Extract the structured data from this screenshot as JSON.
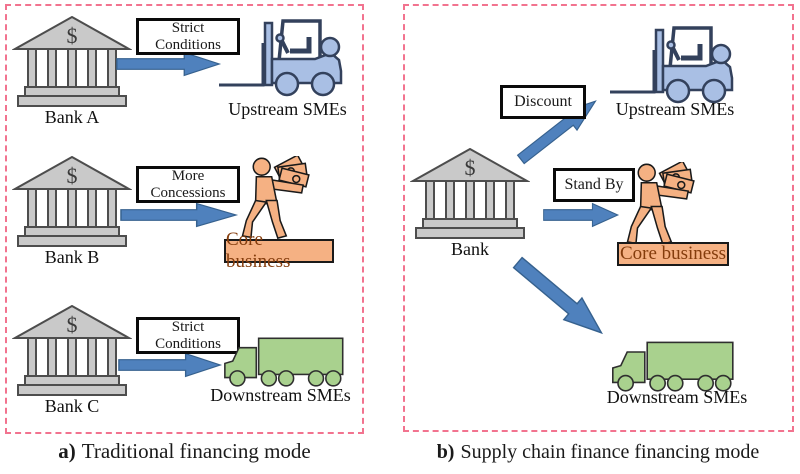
{
  "colors": {
    "panel-border": "#f2738f",
    "arrow-blue": "#4f81bd",
    "arrow-stroke": "#36618e",
    "bank-gray": "#c9c9c9",
    "bank-stroke": "#4d4d4d",
    "forklift-blue": "#a9bfe4",
    "forklift-stroke": "#33415c",
    "person-orange": "#f5b183",
    "person-stroke": "#1a1a1a",
    "truck-green": "#a9d18e",
    "truck-stroke": "#2f2f2f",
    "core-text": "#843c0c"
  },
  "bank_symbol": "$",
  "panel_a": {
    "rows": [
      {
        "bank": "Bank A",
        "box_line1": "Strict",
        "box_line2": "Conditions",
        "target": "Upstream SMEs"
      },
      {
        "bank": "Bank B",
        "box_line1": "More",
        "box_line2": "Concessions",
        "target": "Core business"
      },
      {
        "bank": "Bank C",
        "box_line1": "Strict",
        "box_line2": "Conditions",
        "target": "Downstream SMEs"
      }
    ],
    "caption_prefix": "a)",
    "caption_text": "Traditional financing mode"
  },
  "panel_b": {
    "bank": "Bank",
    "boxes": [
      {
        "label": "Discount"
      },
      {
        "label": "Stand By"
      }
    ],
    "targets": {
      "upstream": "Upstream SMEs",
      "core": "Core business",
      "downstream": "Downstream SMEs"
    },
    "caption_prefix": "b)",
    "caption_text": "Supply chain finance financing mode"
  }
}
